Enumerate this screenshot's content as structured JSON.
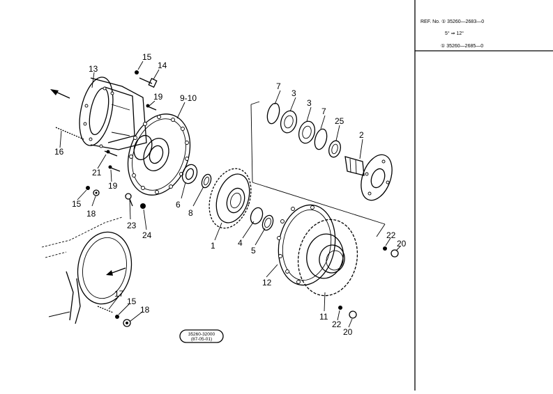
{
  "ref_box": {
    "line1": "REF. No. ① 35260—2683—0",
    "line2": "5° ⇒ 12°",
    "line3": "① 35260—2685—0"
  },
  "callouts": [
    "13",
    "15",
    "14",
    "19",
    "9-10",
    "16",
    "21",
    "19",
    "15",
    "18",
    "23",
    "24",
    "6",
    "8",
    "7",
    "3",
    "3",
    "7",
    "25",
    "2",
    "1",
    "4",
    "5",
    "12",
    "22",
    "20",
    "11",
    "22",
    "20",
    "17",
    "15",
    "18"
  ],
  "diagram_id": {
    "line1": "35260-32000",
    "line2": "(87-05-01)"
  }
}
